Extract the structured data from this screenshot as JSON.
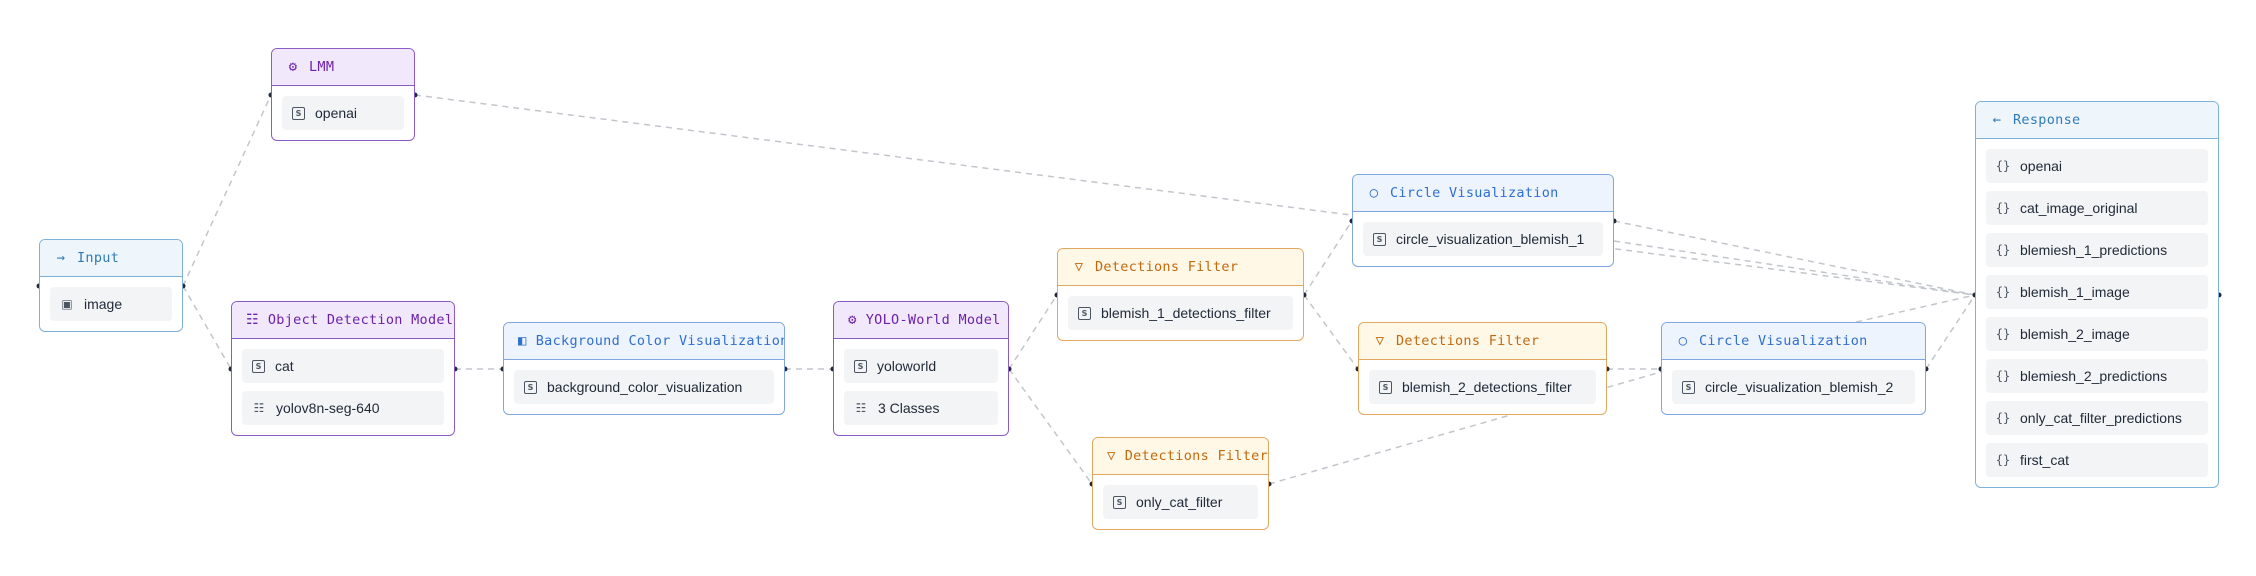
{
  "colors": {
    "purple": "#8b5cc6",
    "blue": "#7fa6e0",
    "orange": "#e2a85f",
    "sky": "#7fb2d8",
    "edge": "#c2c6cc"
  },
  "nodes": {
    "input": {
      "title": "Input",
      "icon": "arrow-right-icon",
      "fields": [
        {
          "label": "image",
          "icon": "image-icon"
        }
      ]
    },
    "lmm": {
      "title": "LMM",
      "icon": "gear-icon",
      "fields": [
        {
          "label": "openai",
          "icon": "string-icon"
        }
      ]
    },
    "object_detection": {
      "title": "Object Detection Model",
      "icon": "nodes-icon",
      "fields": [
        {
          "label": "cat",
          "icon": "string-icon"
        },
        {
          "label": "yolov8n-seg-640",
          "icon": "nodes-icon"
        }
      ]
    },
    "background_color": {
      "title": "Background Color Visualization",
      "icon": "paint-bucket-icon",
      "fields": [
        {
          "label": "background_color_visualization",
          "icon": "string-icon"
        }
      ]
    },
    "yolo_world": {
      "title": "YOLO-World Model",
      "icon": "gear-icon",
      "fields": [
        {
          "label": "yoloworld",
          "icon": "string-icon"
        },
        {
          "label": "3 Classes",
          "icon": "nodes-icon"
        }
      ]
    },
    "filter_1": {
      "title": "Detections Filter",
      "icon": "filter-icon",
      "fields": [
        {
          "label": "blemish_1_detections_filter",
          "icon": "string-icon"
        }
      ]
    },
    "filter_2": {
      "title": "Detections Filter",
      "icon": "filter-icon",
      "fields": [
        {
          "label": "blemish_2_detections_filter",
          "icon": "string-icon"
        }
      ]
    },
    "filter_3": {
      "title": "Detections Filter",
      "icon": "filter-icon",
      "fields": [
        {
          "label": "only_cat_filter",
          "icon": "string-icon"
        }
      ]
    },
    "circle_1": {
      "title": "Circle Visualization",
      "icon": "circle-icon",
      "fields": [
        {
          "label": "circle_visualization_blemish_1",
          "icon": "string-icon"
        }
      ]
    },
    "circle_2": {
      "title": "Circle Visualization",
      "icon": "circle-icon",
      "fields": [
        {
          "label": "circle_visualization_blemish_2",
          "icon": "string-icon"
        }
      ]
    },
    "response": {
      "title": "Response",
      "icon": "arrow-left-icon",
      "fields": [
        {
          "label": "openai",
          "icon": "braces-icon"
        },
        {
          "label": "cat_image_original",
          "icon": "braces-icon"
        },
        {
          "label": "blemiesh_1_predictions",
          "icon": "braces-icon"
        },
        {
          "label": "blemish_1_image",
          "icon": "braces-icon"
        },
        {
          "label": "blemish_2_image",
          "icon": "braces-icon"
        },
        {
          "label": "blemiesh_2_predictions",
          "icon": "braces-icon"
        },
        {
          "label": "only_cat_filter_predictions",
          "icon": "braces-icon"
        },
        {
          "label": "first_cat",
          "icon": "braces-icon"
        }
      ]
    }
  },
  "edges": [
    [
      "input",
      "lmm"
    ],
    [
      "input",
      "object_detection"
    ],
    [
      "object_detection",
      "background_color"
    ],
    [
      "background_color",
      "yolo_world"
    ],
    [
      "yolo_world",
      "filter_1"
    ],
    [
      "yolo_world",
      "filter_3"
    ],
    [
      "filter_1",
      "circle_1"
    ],
    [
      "filter_1",
      "filter_2"
    ],
    [
      "filter_2",
      "circle_2"
    ],
    [
      "lmm",
      "response"
    ],
    [
      "circle_1",
      "response"
    ],
    [
      "circle_1",
      "response"
    ],
    [
      "circle_2",
      "response"
    ],
    [
      "circle_2",
      "response"
    ],
    [
      "filter_3",
      "response"
    ]
  ]
}
